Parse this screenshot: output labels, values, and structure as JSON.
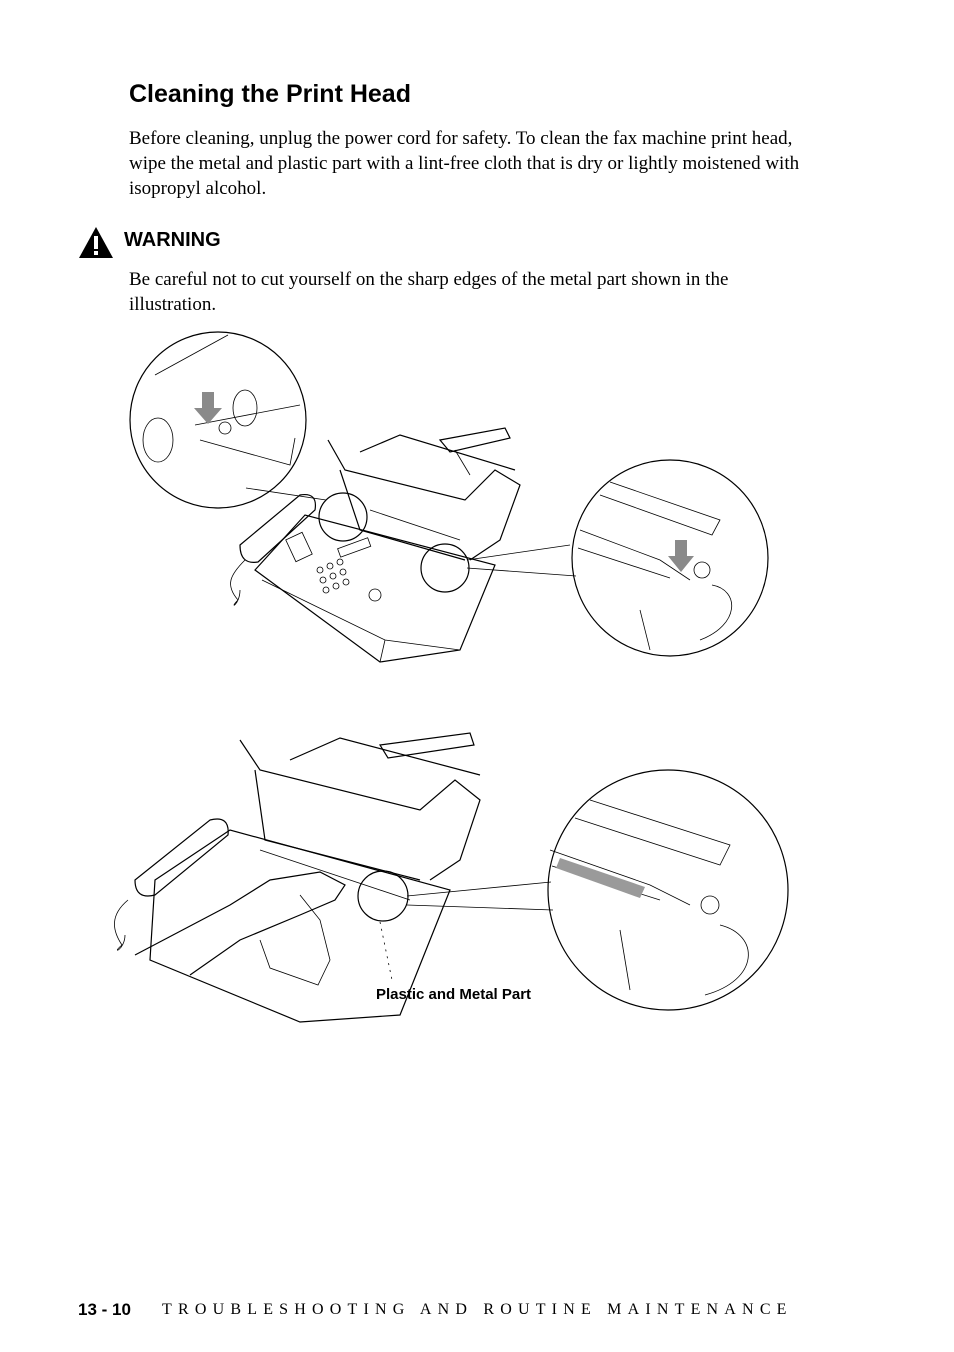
{
  "heading": "Cleaning the Print Head",
  "intro": "Before cleaning, unplug the power cord for safety. To clean the fax machine print head, wipe the metal and plastic part with a lint-free cloth that is dry or lightly moistened with isopropyl alcohol.",
  "warning": {
    "label": "WARNING",
    "icon": "warning-triangle-icon",
    "text": "Be careful not to cut yourself on the sharp edges of the metal part shown in the illustration."
  },
  "illustration": {
    "callout": "Plastic and Metal Part"
  },
  "footer": {
    "page_number": "13 - 10",
    "chapter_title": "TROUBLESHOOTING AND ROUTINE MAINTENANCE"
  }
}
